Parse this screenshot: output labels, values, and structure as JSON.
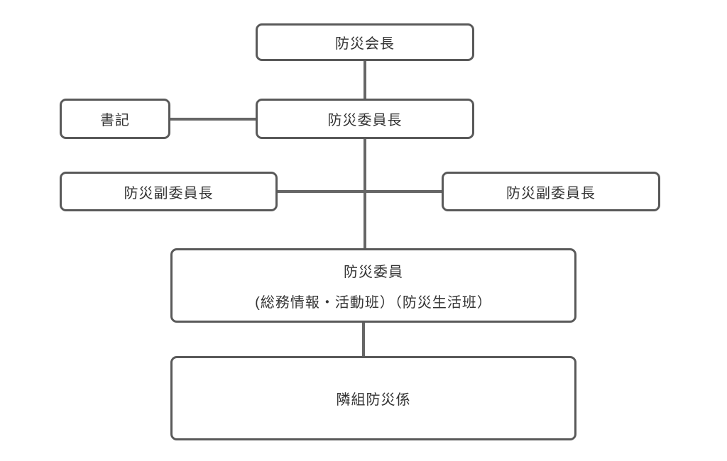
{
  "diagram": {
    "type": "org-chart",
    "nodes": {
      "chairman": {
        "label": "防災会長"
      },
      "secretary": {
        "label": "書記"
      },
      "committee_chair": {
        "label": "防災委員長"
      },
      "vice_chair_left": {
        "label": "防災副委員長"
      },
      "vice_chair_right": {
        "label": "防災副委員長"
      },
      "members": {
        "label_line1": "防災委員",
        "label_line2": "(総務情報・活動班）（防災生活班）"
      },
      "neighborhood": {
        "label": "隣組防災係"
      }
    },
    "edges": [
      {
        "from": "chairman",
        "to": "committee_chair"
      },
      {
        "from": "secretary",
        "to": "committee_chair"
      },
      {
        "from": "committee_chair",
        "to": "members"
      },
      {
        "from": "vice_chair_left",
        "to": "vice_chair_right"
      },
      {
        "from": "members",
        "to": "neighborhood"
      }
    ],
    "colors": {
      "box_border": "#595959",
      "connector_line": "#666666",
      "text": "#333333",
      "background": "#ffffff"
    }
  }
}
